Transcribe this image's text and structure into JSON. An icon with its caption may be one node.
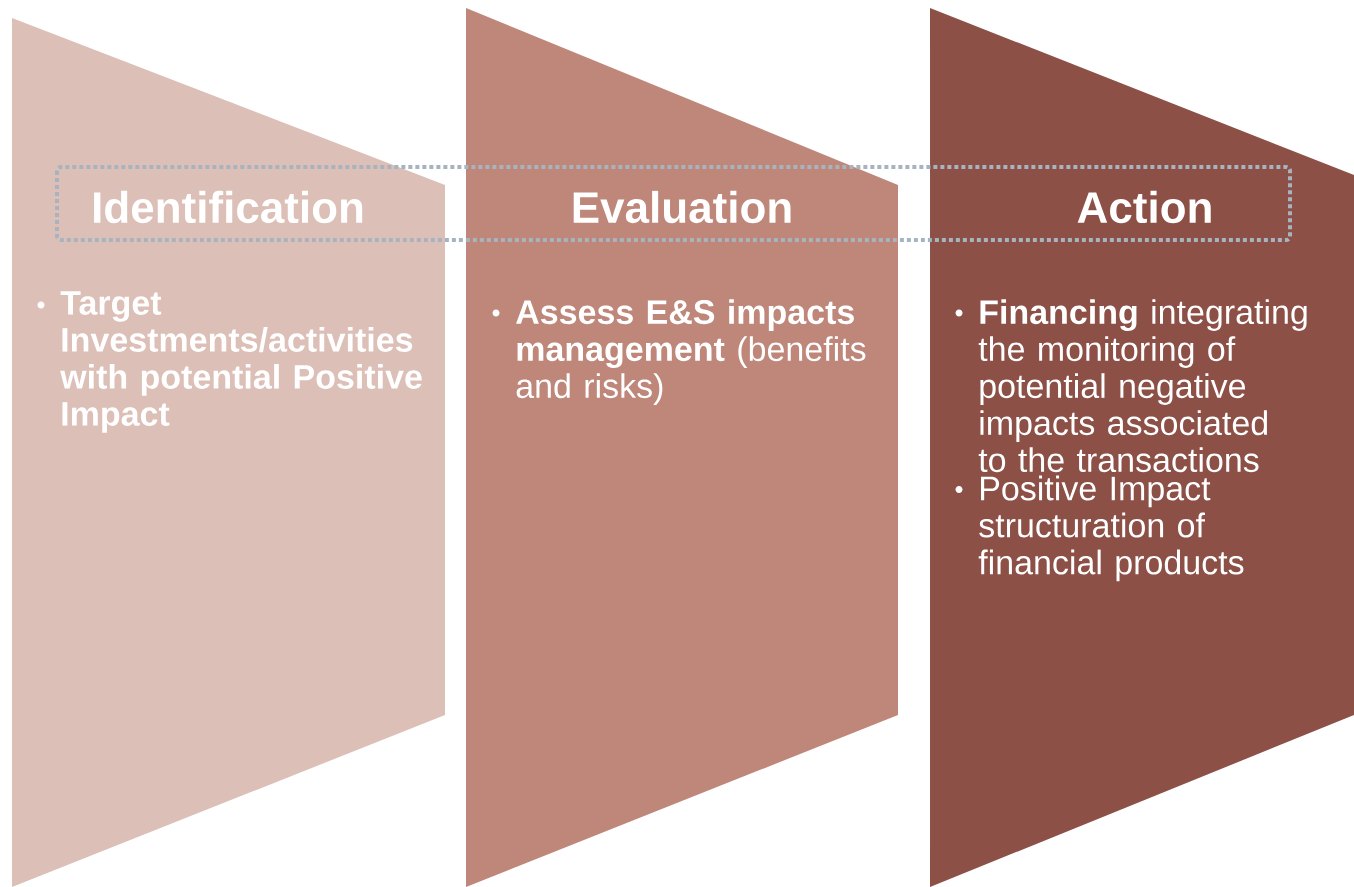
{
  "diagram": {
    "nodes": [
      {
        "text": [
          "Identification",
          "Target Investments/activities with potential Positive Impact"
        ]
      },
      {
        "text": [
          "Evaluation",
          "**Assess E&S impacts management** (benefits and risks)"
        ]
      },
      {
        "text": [
          "Action",
          "**Financing** integrating the monitoring of potential negative impacts associated to the transactions",
          "Positive Impact structuration of financial products"
        ]
      }
    ]
  }
}
